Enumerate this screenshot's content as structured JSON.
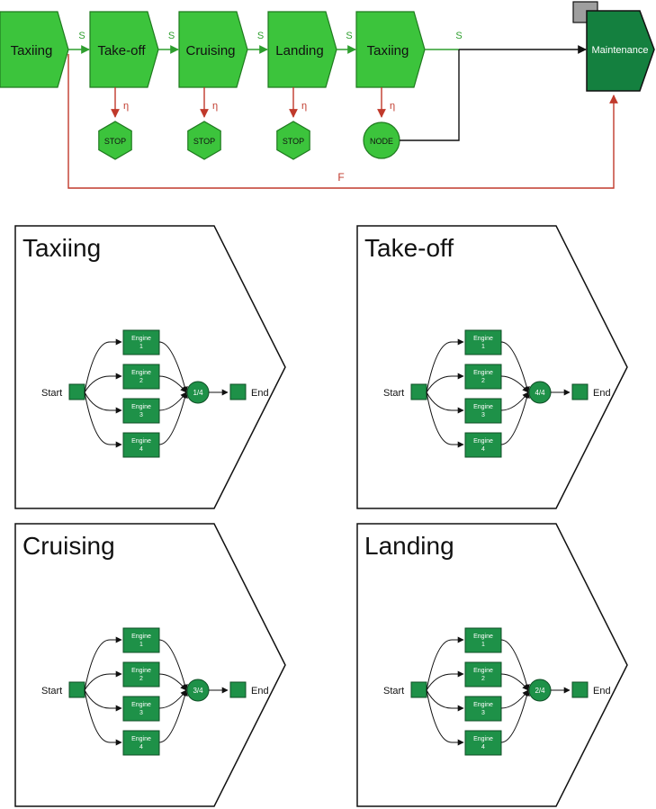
{
  "colors": {
    "stage_fill": "#3cc43c",
    "stage_stroke": "#1f7a1f",
    "success_line": "#2e9e2e",
    "failure_line": "#c0392b",
    "maintenance_fill": "#14803f",
    "maintenance_tab": "#9e9e9e",
    "engine_fill": "#1e9148",
    "engine_stroke": "#0f4f26",
    "panel_stroke": "#111111"
  },
  "flow": {
    "stages": [
      "Taxiing",
      "Take-off",
      "Cruising",
      "Landing",
      "Taxiing"
    ],
    "terminals": [
      "STOP",
      "STOP",
      "STOP",
      "NODE"
    ],
    "success_label": "S",
    "eta_label": "η",
    "failure_label": "F",
    "maintenance": "Maintenance"
  },
  "panels": [
    {
      "title": "Taxiing",
      "start": "Start",
      "end": "End",
      "gate": "1/4",
      "engines": [
        {
          "line1": "Engine",
          "line2": "1"
        },
        {
          "line1": "Engine",
          "line2": "2"
        },
        {
          "line1": "Engine",
          "line2": "3"
        },
        {
          "line1": "Engine",
          "line2": "4"
        }
      ]
    },
    {
      "title": "Take-off",
      "start": "Start",
      "end": "End",
      "gate": "4/4",
      "engines": [
        {
          "line1": "Engine",
          "line2": "1"
        },
        {
          "line1": "Engine",
          "line2": "2"
        },
        {
          "line1": "Engine",
          "line2": "3"
        },
        {
          "line1": "Engine",
          "line2": "4"
        }
      ]
    },
    {
      "title": "Cruising",
      "start": "Start",
      "end": "End",
      "gate": "3/4",
      "engines": [
        {
          "line1": "Engine",
          "line2": "1"
        },
        {
          "line1": "Engine",
          "line2": "2"
        },
        {
          "line1": "Engine",
          "line2": "3"
        },
        {
          "line1": "Engine",
          "line2": "4"
        }
      ]
    },
    {
      "title": "Landing",
      "start": "Start",
      "end": "End",
      "gate": "2/4",
      "engines": [
        {
          "line1": "Engine",
          "line2": "1"
        },
        {
          "line1": "Engine",
          "line2": "2"
        },
        {
          "line1": "Engine",
          "line2": "3"
        },
        {
          "line1": "Engine",
          "line2": "4"
        }
      ]
    }
  ]
}
